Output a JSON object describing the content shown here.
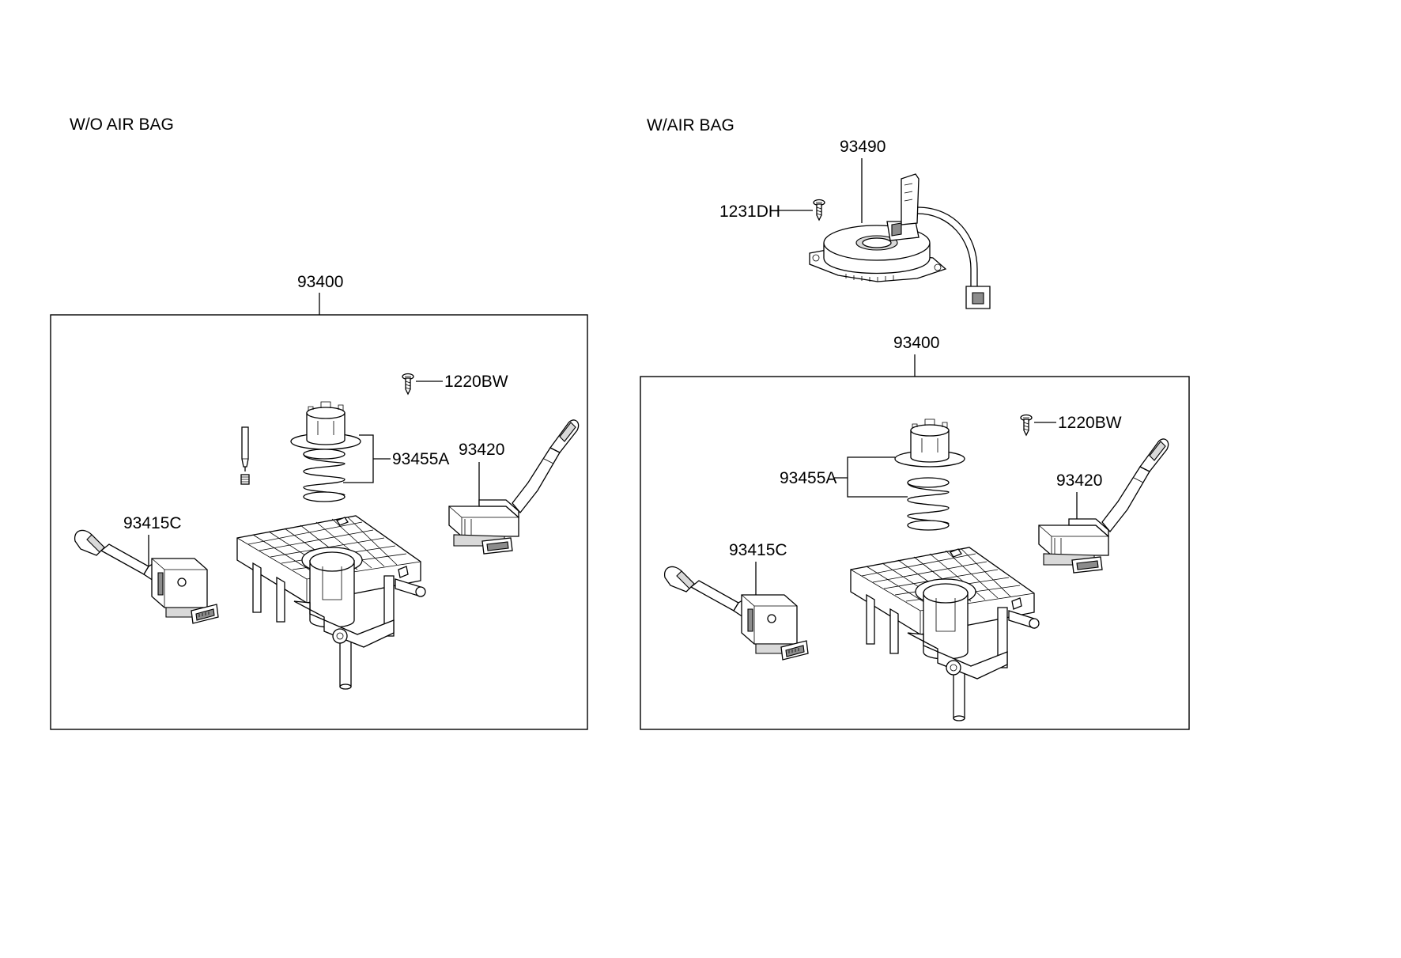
{
  "sections": {
    "left": {
      "title": "W/O AIR BAG",
      "assembly": "93400",
      "screw": "1220BW",
      "spring_pin": "93455A",
      "wiper_switch": "93420",
      "light_switch": "93415C"
    },
    "right": {
      "title": "W/AIR BAG",
      "clock_spring": "93490",
      "clock_screw": "1231DH",
      "assembly": "93400",
      "screw": "1220BW",
      "spring_pin": "93455A",
      "wiper_switch": "93420",
      "light_switch": "93415C"
    }
  }
}
